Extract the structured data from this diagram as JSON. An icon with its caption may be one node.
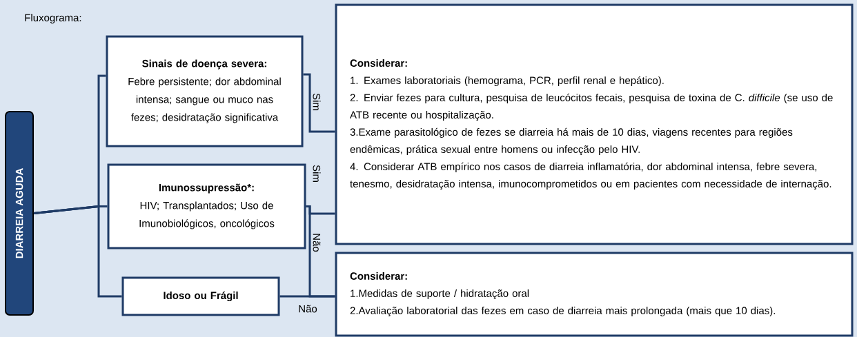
{
  "diagram": {
    "title": "Fluxograma:",
    "nodes": [
      {
        "text": [
          "DIARREIA AGUDA"
        ]
      },
      {
        "text": [
          "Sinais de doença severa:",
          "Febre persistente; dor abdominal intensa; sangue ou muco nas fezes; desidratação significativa"
        ]
      },
      {
        "text": [
          "Imunossupressão*:",
          "HIV; Transplantados; Uso de Imunobiológicos, oncológicos"
        ]
      },
      {
        "text": [
          "Idoso ou Frágil"
        ]
      },
      {
        "text": [
          "Considerar:",
          "1. Exames laboratoriais (hemograma, PCR, perfil renal e hepático).",
          "2. Enviar fezes para cultura, pesquisa de leucócitos fecais, pesquisa de toxina de C. *difficile* (se uso de ATB recente ou hospitalização.",
          "3.Exame parasitológico de fezes se diarreia há mais de 10 dias, viagens recentes para regiões endêmicas, prática sexual entre homens ou infecção pelo HIV.",
          "4. Considerar ATB empírico nos casos de diarreia inflamatória, dor abdominal intensa, febre severa, tenesmo, desidratação intensa, imunocomprometidos ou em pacientes com necessidade de internação."
        ]
      },
      {
        "text": [
          "Considerar:",
          "1.Medidas de suporte / hidratação oral",
          "2.Avaliação laboratorial das fezes em caso de diarreia mais prolongada (mais que 10 dias)."
        ]
      }
    ],
    "edges": [
      {
        "from": 0,
        "to": 1,
        "arrow": "none"
      },
      {
        "from": 0,
        "to": 2,
        "arrow": "none"
      },
      {
        "from": 0,
        "to": 3,
        "arrow": "none"
      },
      {
        "from": 1,
        "to": 4,
        "arrow": "none",
        "label": "Sim"
      },
      {
        "from": 2,
        "to": 4,
        "arrow": "none",
        "label": "Sim"
      },
      {
        "from": 2,
        "to": 5,
        "arrow": "none",
        "label": "Não"
      },
      {
        "from": 3,
        "to": 5,
        "arrow": "none",
        "label": "Não"
      }
    ]
  }
}
